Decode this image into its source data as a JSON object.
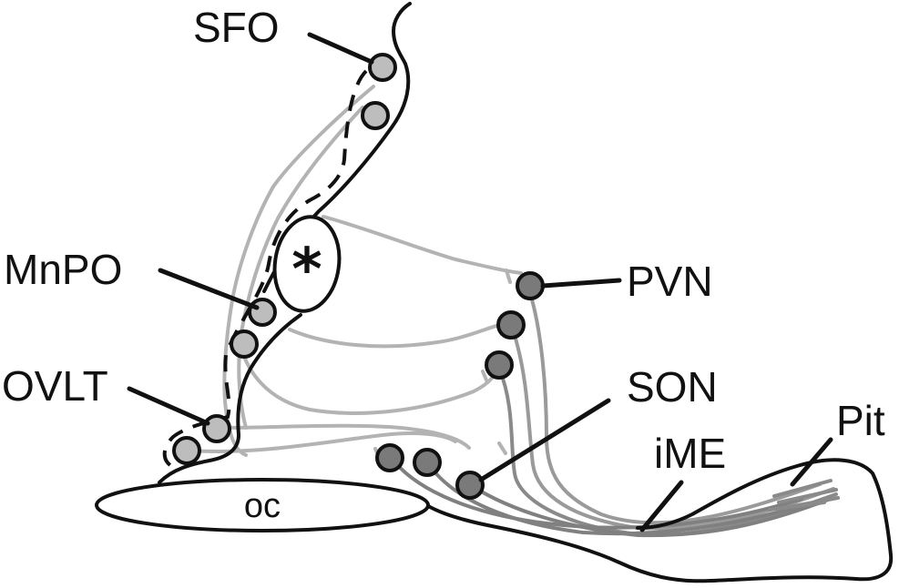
{
  "labels": {
    "sfo": "SFO",
    "mnpo": "MnPO",
    "ovlt": "OVLT",
    "pvn": "PVN",
    "son": "SON",
    "ime": "iME",
    "pit": "Pit",
    "oc": "oc",
    "star": "*"
  },
  "colors": {
    "outline": "#111111",
    "light_fiber": "#b3b3b3",
    "mid_fiber": "#9a9a9a",
    "dark_fiber": "#808080",
    "light_neuron": "#bdbdbd",
    "dark_neuron": "#7a7a7a"
  }
}
